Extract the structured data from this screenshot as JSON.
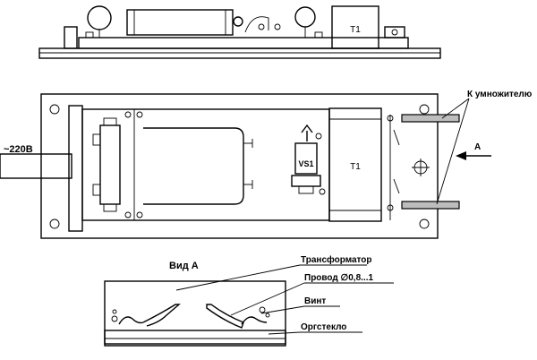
{
  "labels": {
    "t1_side": "T1",
    "t1_top": "T1",
    "vs1": "VS1",
    "mains": "~220В",
    "to_multiplier": "К умножителю",
    "arrow_a": "А",
    "view_a": "Вид А",
    "transformer": "Трансформатор",
    "wire": "Провод ∅0,8...1",
    "screw": "Винт",
    "plexiglass": "Оргстекло"
  }
}
